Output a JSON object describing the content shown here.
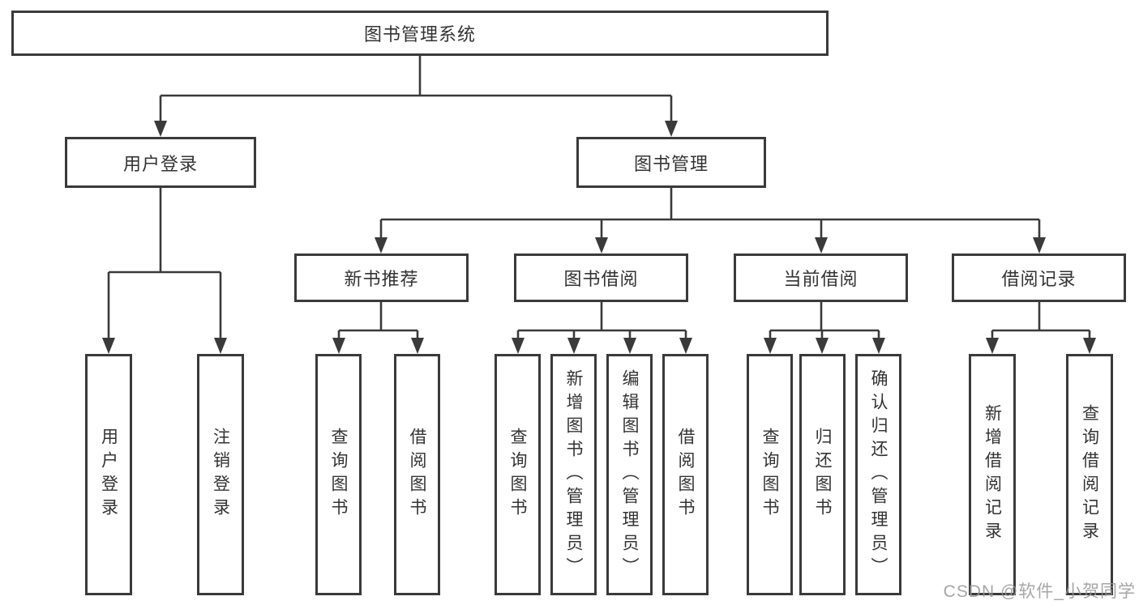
{
  "colors": {
    "line": "#3a3a3a",
    "text": "#333333",
    "background": "#ffffff",
    "watermark": "#969696"
  },
  "root": {
    "label": "图书管理系统"
  },
  "branches": {
    "user": {
      "label": "用户登录",
      "children": [
        {
          "label": "用户登录"
        },
        {
          "label": "注销登录"
        }
      ]
    },
    "book": {
      "label": "图书管理"
    }
  },
  "modules": [
    {
      "label": "新书推荐",
      "children": [
        {
          "label": "查询图书"
        },
        {
          "label": "借阅图书"
        }
      ]
    },
    {
      "label": "图书借阅",
      "children": [
        {
          "label": "查询图书"
        },
        {
          "label": "新增图书（管理员）"
        },
        {
          "label": "编辑图书（管理员）"
        },
        {
          "label": "借阅图书"
        }
      ]
    },
    {
      "label": "当前借阅",
      "children": [
        {
          "label": "查询图书"
        },
        {
          "label": "归还图书"
        },
        {
          "label": "确认归还（管理员）"
        }
      ]
    },
    {
      "label": "借阅记录",
      "children": [
        {
          "label": "新增借阅记录"
        },
        {
          "label": "查询借阅记录"
        }
      ]
    }
  ],
  "watermark": {
    "text": "CSDN @软件_小贺同学"
  }
}
